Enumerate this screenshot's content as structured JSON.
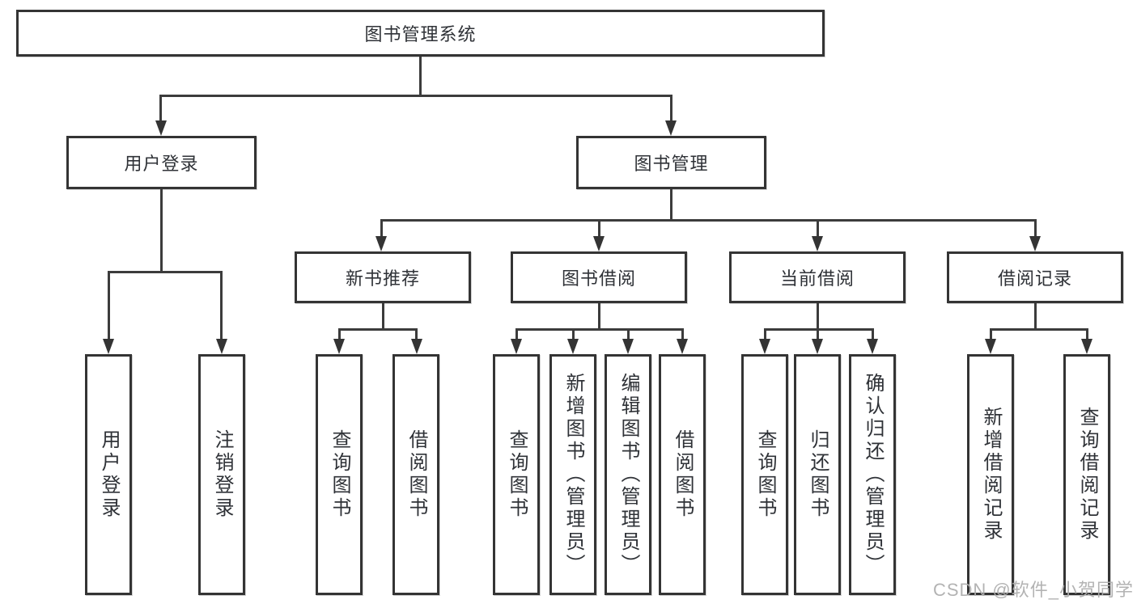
{
  "root": {
    "label": "图书管理系统"
  },
  "login": {
    "label": "用户登录",
    "children": [
      {
        "label": "用户登录"
      },
      {
        "label": "注销登录"
      }
    ]
  },
  "management": {
    "label": "图书管理"
  },
  "modules": [
    {
      "label": "新书推荐",
      "children": [
        {
          "label": "查询图书"
        },
        {
          "label": "借阅图书"
        }
      ]
    },
    {
      "label": "图书借阅",
      "children": [
        {
          "label": "查询图书"
        },
        {
          "label": "新增图书（管理员）"
        },
        {
          "label": "编辑图书（管理员）"
        },
        {
          "label": "借阅图书"
        }
      ]
    },
    {
      "label": "当前借阅",
      "children": [
        {
          "label": "查询图书"
        },
        {
          "label": "归还图书"
        },
        {
          "label": "确认归还（管理员）"
        }
      ]
    },
    {
      "label": "借阅记录",
      "children": [
        {
          "label": "新增借阅记录"
        },
        {
          "label": "查询借阅记录"
        }
      ]
    }
  ],
  "watermark": {
    "text": "CSDN @软件_小贺同学"
  },
  "colors": {
    "line": "#3c3c3c",
    "border": "#343434",
    "text": "#2f3237",
    "watermark": "#acacac",
    "background": "#ffffff"
  }
}
